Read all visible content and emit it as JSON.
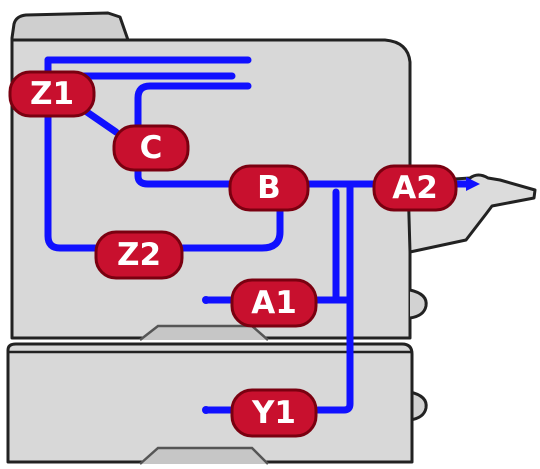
{
  "diagram": {
    "title": "",
    "colors": {
      "path": "#1010ff",
      "badge_fill": "#c8102e",
      "badge_stroke": "#7a0010",
      "badge_text": "#ffffff",
      "machine_body": "#d6d6d6",
      "machine_outline": "#222222"
    },
    "badges": {
      "z1": "Z1",
      "c": "C",
      "b": "B",
      "a2": "A2",
      "z2": "Z2",
      "a1": "A1",
      "y1": "Y1"
    }
  }
}
